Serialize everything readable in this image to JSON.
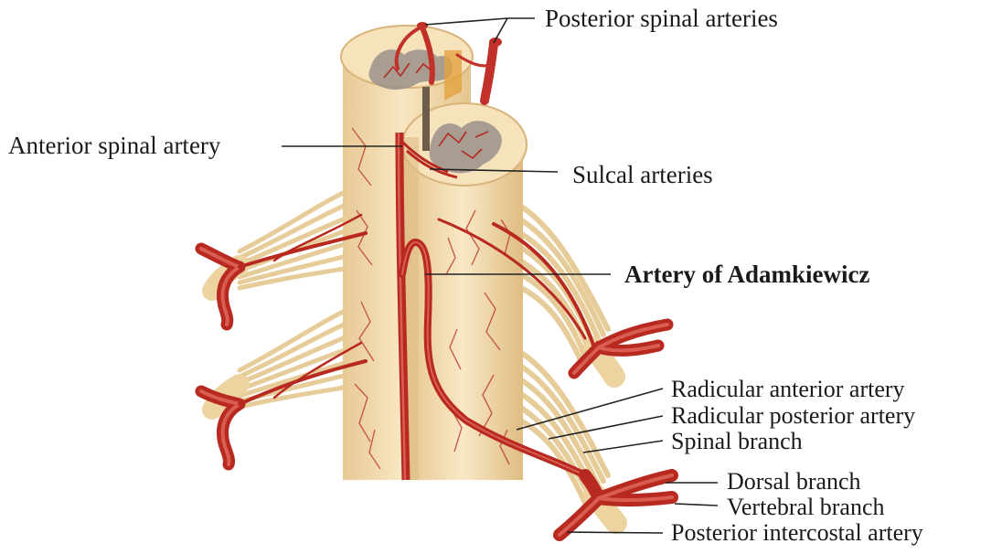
{
  "labels": {
    "posterior_spinal_arteries": "Posterior spinal arteries",
    "anterior_spinal_artery": "Anterior spinal artery",
    "sulcal_arteries": "Sulcal arteries",
    "artery_of_adamkiewicz": "Artery of Adamkiewicz",
    "radicular_anterior_artery": "Radicular anterior artery",
    "radicular_posterior_artery": "Radicular posterior artery",
    "spinal_branch": "Spinal branch",
    "dorsal_branch": "Dorsal branch",
    "vertebral_branch": "Vertebral branch",
    "posterior_intercostal_artery": "Posterior intercostal artery"
  },
  "colors": {
    "artery": "#c8322e",
    "artery_highlight": "#e8746a",
    "cord": "#f3dcb0",
    "cord_shade": "#e2c28a",
    "grey_matter": "#9a8f86",
    "nerve": "#edd5a6",
    "leader_line": "#222222"
  }
}
